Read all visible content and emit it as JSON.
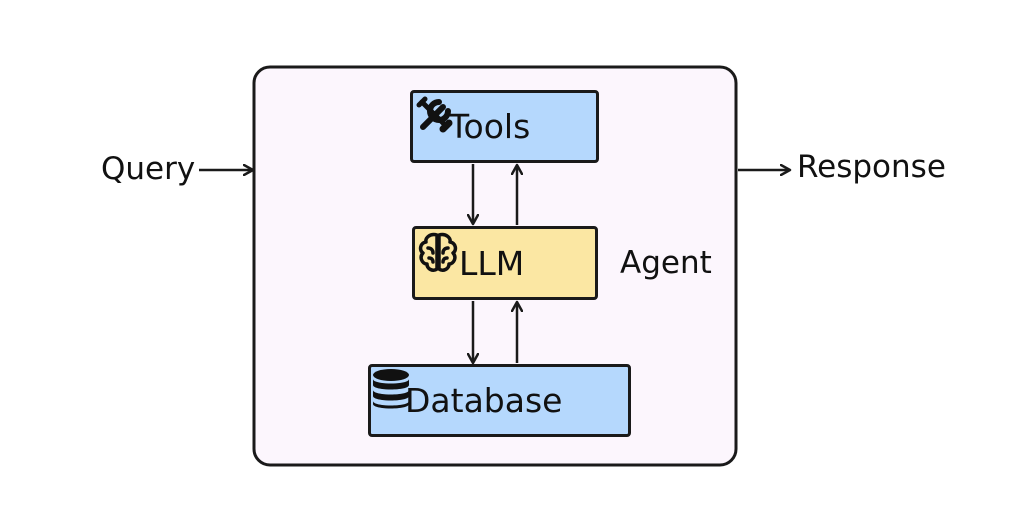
{
  "diagram": {
    "input_label": "Query",
    "output_label": "Response",
    "container_label": "Agent",
    "nodes": {
      "tools": {
        "label": "Tools",
        "icon": "tools-icon",
        "fill": "#b5d8fd"
      },
      "llm": {
        "label": "LLM",
        "icon": "brain-icon",
        "fill": "#fbe7a3"
      },
      "database": {
        "label": "Database",
        "icon": "database-icon",
        "fill": "#b5d8fd"
      }
    },
    "container_fill": "#fcf6fd",
    "stroke_color": "#1a1a1a"
  }
}
